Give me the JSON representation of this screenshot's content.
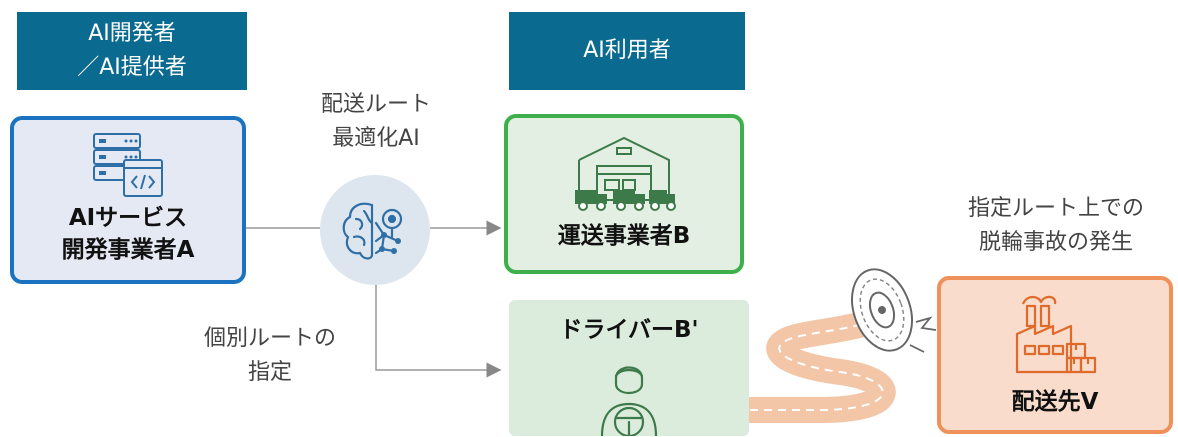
{
  "headers": {
    "developer_line1": "AI開発者",
    "developer_line2": "／AI提供者",
    "user": "AI利用者"
  },
  "nodes": {
    "developer_line1": "AIサービス",
    "developer_line2": "開発事業者A",
    "carrier": "運送事業者B",
    "driver": "ドライバーB'",
    "destination": "配送先V"
  },
  "labels": {
    "ai_line1": "配送ルート",
    "ai_line2": "最適化AI",
    "route_line1": "個別ルートの",
    "route_line2": "指定",
    "accident_line1": "指定ルート上での",
    "accident_line2": "脱輪事故の発生"
  },
  "colors": {
    "header": "#0b6a8f",
    "developer_border": "#1a72c0",
    "carrier_border": "#3db04b",
    "driver_fill": "#dcecdc",
    "destination_border": "#f0905a",
    "icon_blue": "#2f6fa8",
    "icon_green": "#3d7a4a"
  }
}
